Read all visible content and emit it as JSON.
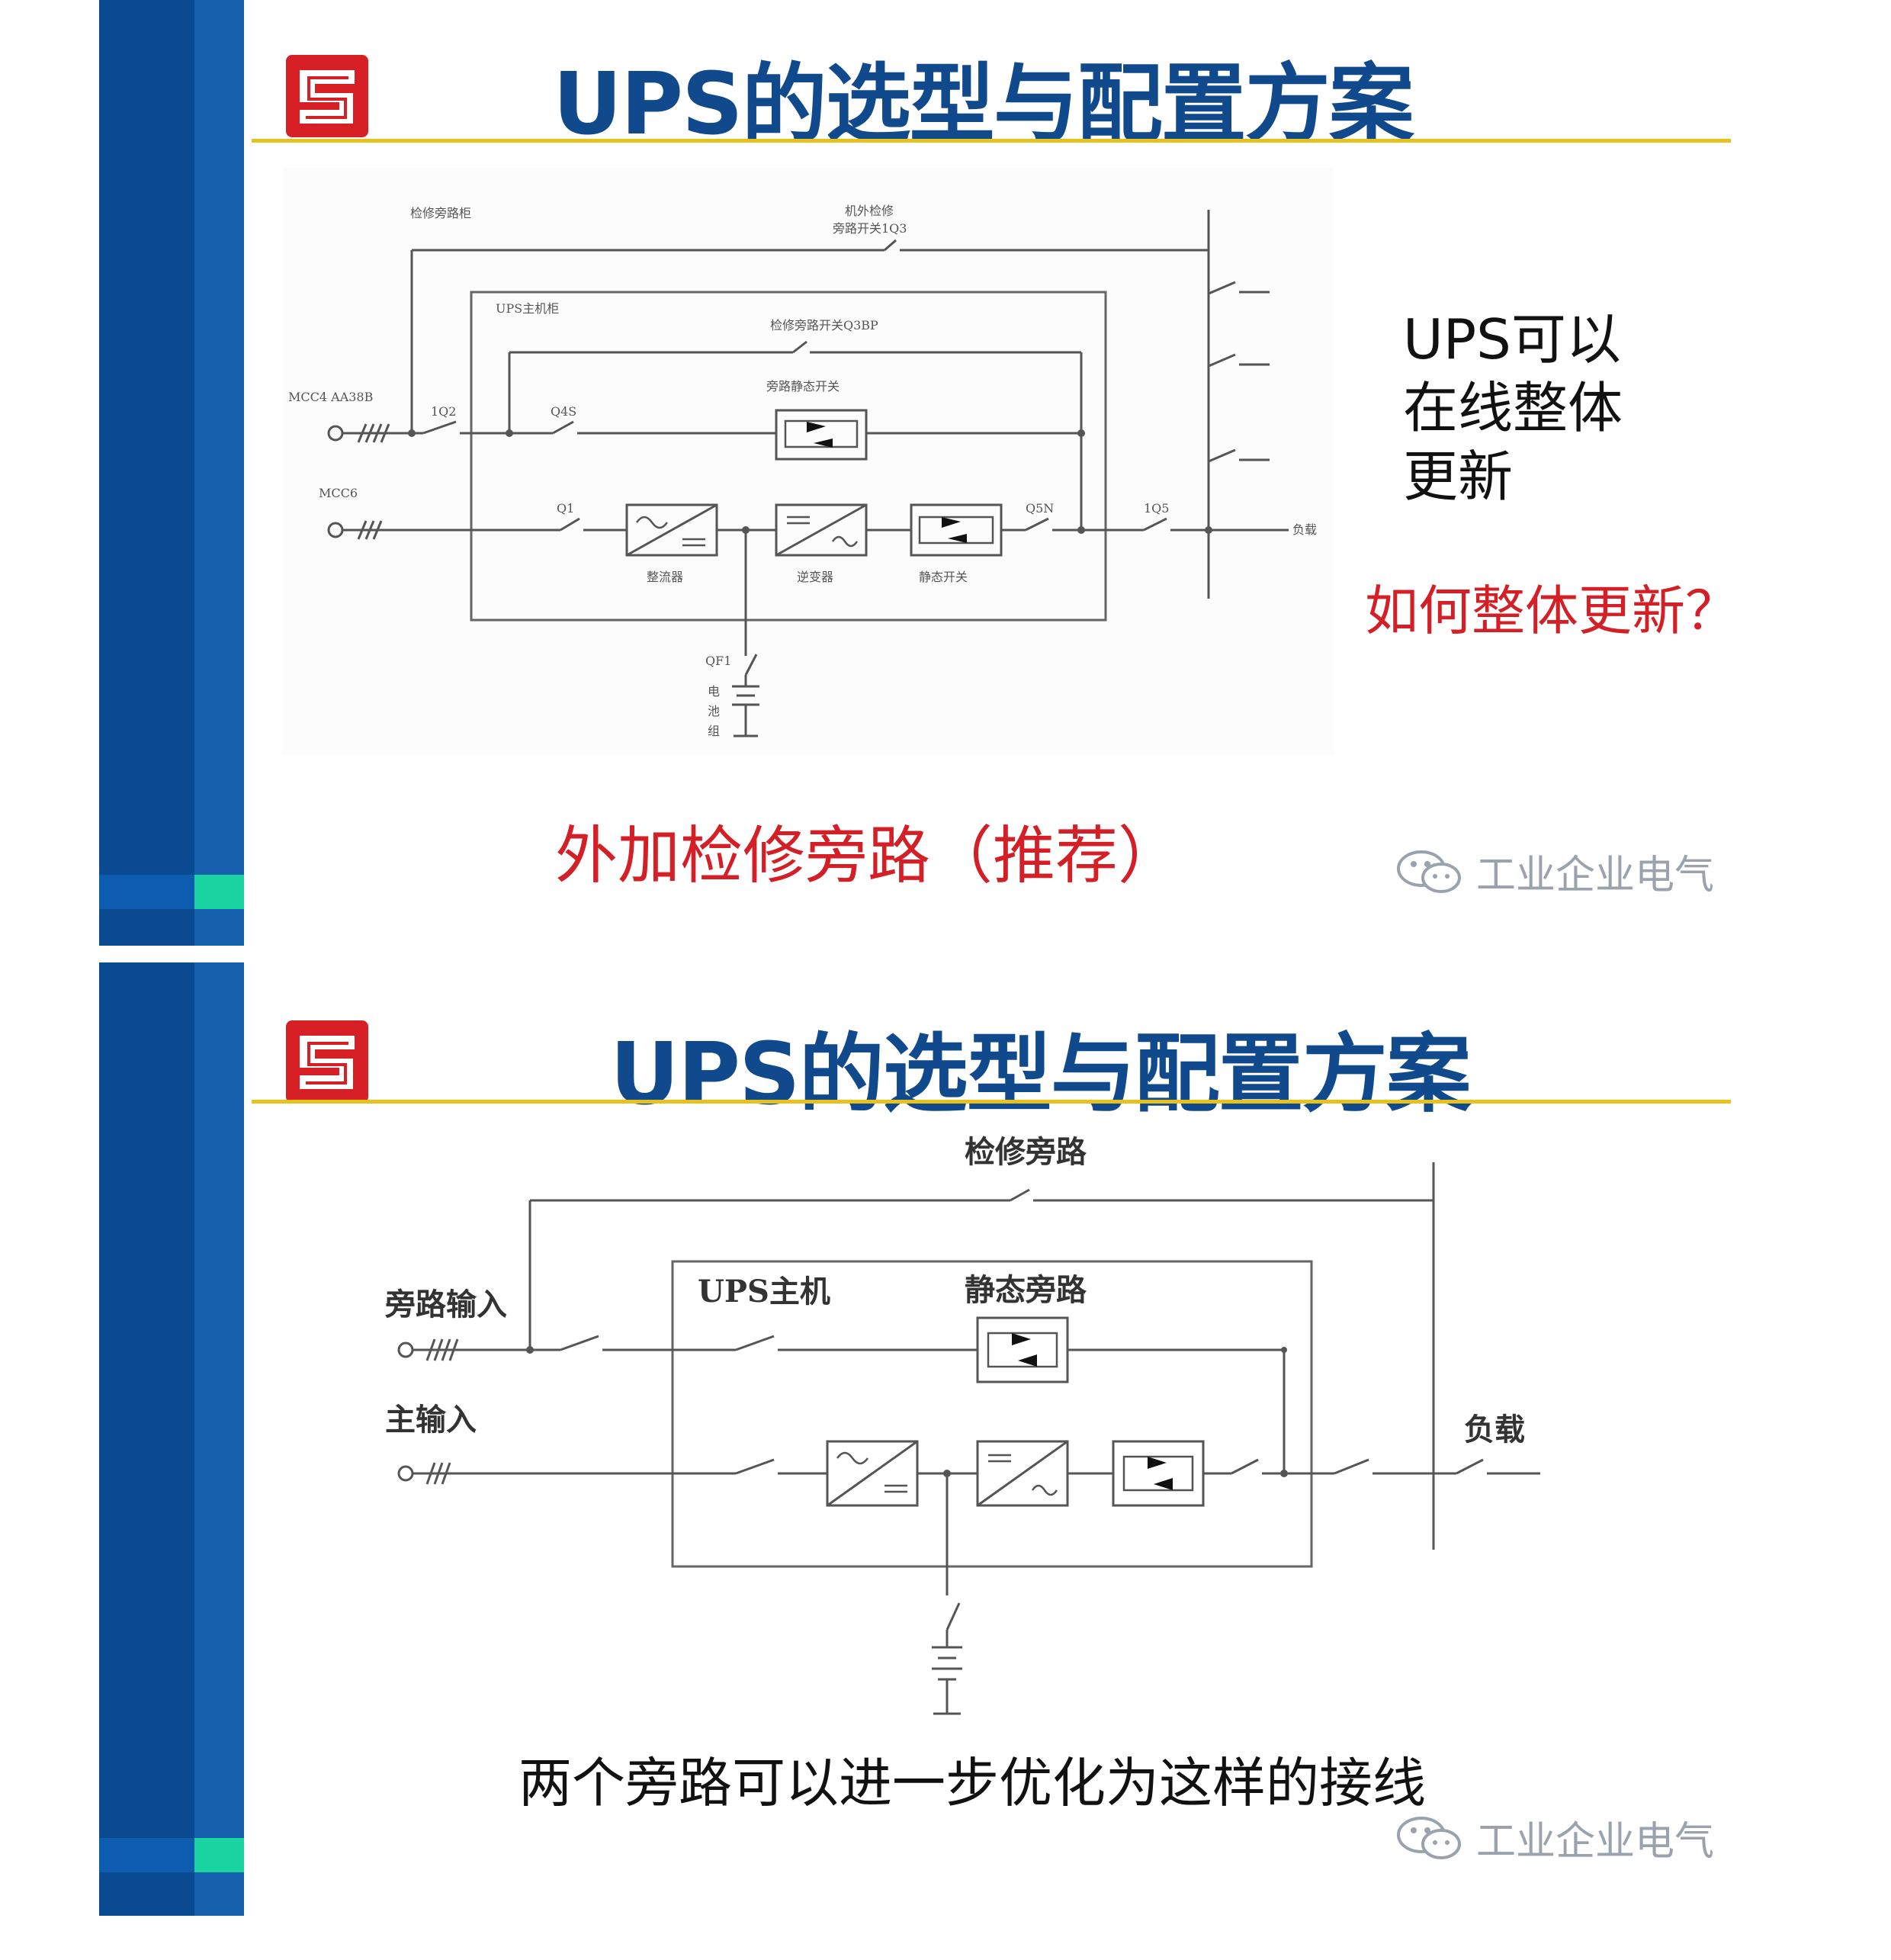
{
  "slides": [
    {
      "title": "UPS的选型与配置方案",
      "diagram_labels": {
        "maint_cabinet": "检修旁路柜",
        "ext_bypass_switch_1": "机外检修",
        "ext_bypass_switch_2": "旁路开关1Q3",
        "ups_cabinet": "UPS主机柜",
        "internal_bypass_switch": "检修旁路开关Q3BP",
        "static_bypass_switch": "旁路静态开关",
        "source1": "MCC4 AA38B",
        "source2": "MCC6",
        "q2": "1Q2",
        "q4s": "Q4S",
        "q1": "Q1",
        "q5n": "Q5N",
        "q5": "1Q5",
        "rectifier": "整流器",
        "inverter": "逆变器",
        "static_switch": "静态开关",
        "load": "负载",
        "qf1": "QF1",
        "battery_1": "电",
        "battery_2": "池",
        "battery_3": "组"
      },
      "side_note": "UPS可以\n在线整体\n更新",
      "question": "如何整体更新？",
      "recommendation": "外加检修旁路（推荐）",
      "watermark": "工业企业电气"
    },
    {
      "title": "UPS的选型与配置方案",
      "diagram_labels": {
        "maint_bypass": "检修旁路",
        "bypass_input": "旁路输入",
        "main_input": "主输入",
        "ups_host": "UPS主机",
        "static_bypass": "静态旁路",
        "load": "负载"
      },
      "caption": "两个旁路可以进一步优化为这样的接线",
      "watermark": "工业企业电气"
    }
  ],
  "colors": {
    "title_blue": "#114a8c",
    "sidebar_dark": "#0a4a91",
    "sidebar_light": "#1460ad",
    "accent_green": "#19d3a0",
    "rule_yellow": "#e8c21c",
    "red_text": "#d41f26",
    "logo_red": "#d71f26"
  },
  "icons": [
    "logo-icon",
    "wechat-icon"
  ]
}
